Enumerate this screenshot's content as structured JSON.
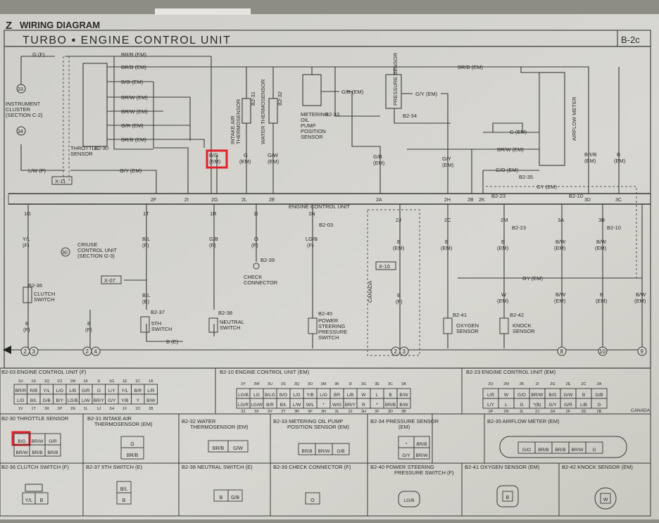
{
  "header": {
    "section_letter": "Z",
    "section_title": "WIRING DIAGRAM",
    "diagram_title": "TURBO ▪ ENGINE CONTROL UNIT",
    "page_code": "B-2c"
  },
  "left_refs": {
    "ref_33": "33",
    "instrument_cluster": [
      "INSTRUMENT",
      "CLUSTER",
      "(SECTION C-2)"
    ],
    "ref_34": "34",
    "throttle_sensor": [
      "THROTTLE",
      "SENSOR"
    ],
    "throttle_conn": "B2-30",
    "x11": "X-11"
  },
  "wire_labels": {
    "g_f": "G (F)",
    "brb_em": "BR/B (EM)",
    "brb_em2": "BR/B (EM)",
    "bg_em": "B/G (EM)",
    "brw_em": "BR/W (EM)",
    "brw_em2": "BR/W (EM)",
    "gr_em": "G/R (EM)",
    "brb_em3": "BR/B (EM)",
    "lw_f": "L/W (F)",
    "gy_em": "G/Y (EM)",
    "gb_em": "G/B (EM)",
    "gy_em2": "G/Y (EM)",
    "brb_em_right": "BR/B (EM)",
    "g_em": "G (EM)",
    "brw_em_right": "BR/W (EM)",
    "go_em": "G/O (EM)",
    "gy_em3": "GY (EM)",
    "gy_em4": "GY (EM)",
    "b_e": "B (E)"
  },
  "top_components": {
    "intake_air": [
      "INTAKE AIR",
      "THERMOSENSOR"
    ],
    "water_thermo": [
      "WATER THERMOSENSOR"
    ],
    "b2_31": "B2-31",
    "b2_32": "B2-32",
    "metering": [
      "METERING",
      "OIL",
      "PUMP",
      "POSITION",
      "SENSOR"
    ],
    "b2_33": "B2-33",
    "pressure": "PRESSURE SENSOR",
    "b2_34": "B2-34",
    "airflow": "AIRFLOW METER",
    "b2_35": "B2-35"
  },
  "ecu_top_pins": {
    "bg": [
      "B/G",
      "(EM)"
    ],
    "g": [
      "G",
      "(EM)"
    ],
    "gw": [
      "G/W",
      "(EM)"
    ],
    "gb": [
      "G/B",
      "(EM)"
    ],
    "gy": [
      "G/Y",
      "(EM)"
    ],
    "brb": [
      "BR/B",
      "(EM)"
    ],
    "b": [
      "B",
      "(EM)"
    ],
    "pins": [
      "2F",
      "2I",
      "2G",
      "2L",
      "2E",
      "2A",
      "2H",
      "2B",
      "2K",
      "3D",
      "3C"
    ],
    "b2_23": "B2-23",
    "b2_10": "B2-10"
  },
  "ecu_label": "ENGINE CONTROL UNIT",
  "ecu_bottom": {
    "pins": [
      "1G",
      "1T",
      "1R",
      "1I",
      "1N",
      "2J",
      "2C",
      "2M",
      "3A",
      "3B"
    ],
    "yl": [
      "Y/L",
      "(F)"
    ],
    "bl": [
      "B/L",
      "(F)"
    ],
    "gb": [
      "G/B",
      "(F)"
    ],
    "o": [
      "O",
      "(F)"
    ],
    "lgb": [
      "LG/B",
      "(F)"
    ],
    "b_em": [
      "B",
      "(EM)"
    ],
    "b_em2": [
      "B",
      "(EM)"
    ],
    "b_em3": [
      "B",
      "(EM)"
    ],
    "bw": [
      "B/W",
      "(EM)"
    ],
    "bw2": [
      "B/W",
      "(EM)"
    ],
    "b2_03": "B2-03",
    "b2_23": "B2-23",
    "b2_10": "B2-10",
    "cruise": [
      "CRIUSE",
      "CONTROL UNIT",
      "(SECTION G-3)"
    ],
    "ref_30": "30",
    "b2_39": "B2-39",
    "check_connector": [
      "CHECK",
      "CONNECTOR"
    ],
    "x10": "X-10",
    "x07": "X-07",
    "canada": "CANADA",
    "b_f": [
      "B",
      "(F)"
    ],
    "bl_e": [
      "B/L",
      "(E)"
    ],
    "b_f2": [
      "B",
      "(F)"
    ],
    "b_f3": [
      "B",
      "(F)"
    ],
    "w_em": [
      "W",
      "(EM)"
    ],
    "bw3": [
      "B/W",
      "(EM)"
    ],
    "b_em4": [
      "B",
      "(EM)"
    ],
    "bw4": [
      "B/W",
      "(EM)"
    ]
  },
  "bottom_components": {
    "b2_36": "B2-36",
    "clutch": [
      "CLUTCH",
      "SWITCH"
    ],
    "b2_37": "B2-37",
    "fifth": [
      "5TH",
      "SWITCH"
    ],
    "b2_38": "B2-38",
    "neutral": [
      "NEUTRAL",
      "SWITCH"
    ],
    "b2_40": "B2-40",
    "power_steering": [
      "POWER",
      "STEERING",
      "PRESSURE",
      "SWITCH"
    ],
    "b2_41": "B2-41",
    "oxygen": [
      "OXYGEN",
      "SENSOR"
    ],
    "b2_42": "B2-42",
    "knock": [
      "KNOCK",
      "SENSOR"
    ],
    "grounds": [
      "2",
      "3",
      "2",
      "4",
      "2",
      "3",
      "8",
      "10",
      "9"
    ]
  },
  "connectors": {
    "b2_03": {
      "title": "B2-03 ENGINE CONTROL UNIT (F)",
      "top_pins": [
        "1U",
        "1S",
        "1Q",
        "1O",
        "1M",
        "1K",
        "1I",
        "1G",
        "1E",
        "1C",
        "1A"
      ],
      "row1": [
        "BR/R",
        "R/B",
        "Y/L",
        "L/O",
        "L/B",
        "G/R",
        "O",
        "L/Y",
        "Y/L",
        "B/R",
        "L/R"
      ],
      "row2": [
        "L/G",
        "B/L",
        "G/B",
        "B/Y",
        "LG/B",
        "L/W",
        "BR/Y",
        "G/Y",
        "Y/B",
        "Y",
        "B/W"
      ],
      "bottom_pins": [
        "1V",
        "1T",
        "1R",
        "1P",
        "1N",
        "1L",
        "1J",
        "1H",
        "1F",
        "1D",
        "1B"
      ]
    },
    "b2_10": {
      "title": "B2-10 ENGINE CONTROL UNIT (EM)",
      "top_pins": [
        "3Y",
        "3W",
        "3U",
        "3S",
        "3Q",
        "3O",
        "3M",
        "3K",
        "3I",
        "3G",
        "3E",
        "3C",
        "3A"
      ],
      "row1": [
        "LG/B",
        "LG",
        "B/LG",
        "B/O",
        "L/G",
        "Y/B",
        "L/O",
        "BR",
        "L/B",
        "W",
        "L",
        "B",
        "B/W"
      ],
      "row2": [
        "LG/R",
        "LG/W",
        "B/R",
        "B/L",
        "L/W",
        "W/L",
        "*",
        "W/G",
        "BR/Y",
        "R",
        "*",
        "BR/B",
        "B/W"
      ],
      "bottom_pins": [
        "3Z",
        "3X",
        "3V",
        "3T",
        "3R",
        "3P",
        "3N",
        "3L",
        "3J",
        "3H",
        "3F",
        "3D",
        "3B"
      ]
    },
    "b2_23": {
      "title": "B2-23 ENGINE CONTROL UNIT (EM)",
      "top_pins": [
        "2O",
        "2M",
        "2K",
        "2I",
        "2G",
        "2E",
        "2C",
        "2A"
      ],
      "row1": [
        "L/R",
        "W",
        "G/O",
        "BR/W",
        "B/G",
        "G/W",
        "B",
        "G/B"
      ],
      "row2": [
        "L/Y",
        "L",
        "G",
        "*(B)",
        "G/Y",
        "G/R",
        "L/B",
        "G"
      ],
      "bottom_pins": [
        "2P",
        "2N",
        "2L",
        "2J",
        "2H",
        "2F",
        "2D",
        "2B"
      ],
      "canada": "CANADA"
    },
    "b2_30": {
      "title": "B2-30 THROTTLE SENSOR",
      "row1": [
        "B/G",
        "BR/W",
        "G/R"
      ],
      "row2": [
        "BR/W",
        "BR/B",
        "BR/B"
      ]
    },
    "b2_31": {
      "title": "B2-31 INTAKE AIR",
      "title2": "THERMOSENSOR (EM)",
      "pins": [
        "G",
        "BR/B"
      ]
    },
    "b2_32": {
      "title": "B2-32 WATER",
      "title2": "THERMOSENSOR (EM)",
      "pins": [
        "BR/B",
        "G/W"
      ]
    },
    "b2_33": {
      "title": "B2-33 METERING OIL PUMP",
      "title2": "POSITION SENSOR (EM)",
      "pins": [
        "BR/B",
        "BR/W",
        "G/B"
      ]
    },
    "b2_34": {
      "title": "B2-34 PRESSURE SENSOR",
      "title2": "(EM)",
      "pins": [
        "*",
        "BR/B",
        "G/Y",
        "BR/W"
      ]
    },
    "b2_35": {
      "title": "B2-35 AIRFLOW METER (EM)",
      "pins": [
        "G/O",
        "BR/B",
        "BR/B",
        "BR/W",
        "G"
      ]
    },
    "b2_36": {
      "title": "B2-36 CLUTCH SWITCH (F)",
      "pins": [
        "Y/L",
        "B"
      ]
    },
    "b2_37": {
      "title": "B2-37 5TH SWITCH (E)",
      "pins": [
        "B/L",
        "B"
      ]
    },
    "b2_38": {
      "title": "B2-38 NEUTRAL SWITCH (E)",
      "pins": [
        "B",
        "G/B"
      ]
    },
    "b2_39": {
      "title": "B2-39 CHECK CONNECTOR (F)",
      "pins": [
        "O"
      ]
    },
    "b2_40": {
      "title": "B2-40 POWER STEERING",
      "title2": "PRESSURE SWITCH (F)",
      "pins": [
        "LG/B"
      ]
    },
    "b2_41": {
      "title": "B2-41 OXYGEN SENSOR (EM)",
      "pins": [
        "B"
      ]
    },
    "b2_42": {
      "title": "B2-42 KNOCK SENSOR (EM)",
      "pins": [
        "W"
      ]
    }
  },
  "colors": {
    "page": "#d3d2cc",
    "line": "#3a3a3a",
    "highlight": "#e0202a",
    "ground": "#222222"
  }
}
